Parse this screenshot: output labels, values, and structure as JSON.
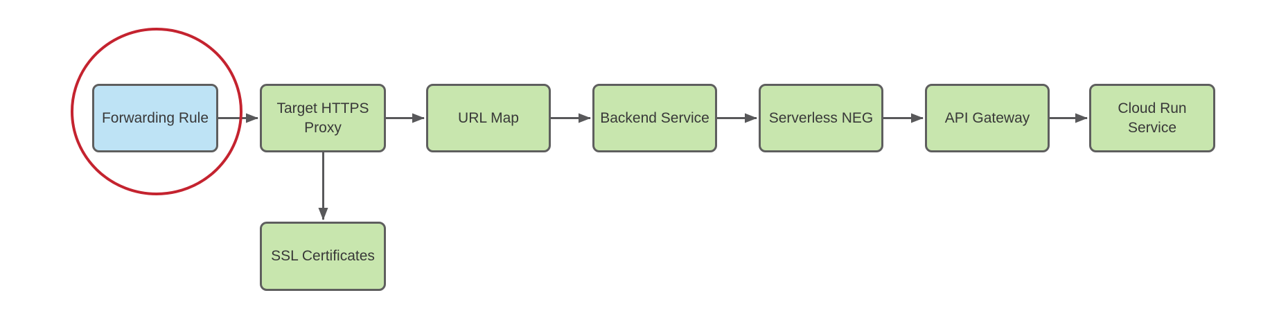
{
  "diagram": {
    "nodes": [
      {
        "id": "forwarding-rule",
        "label": "Forwarding Rule",
        "fill_color": "#BEE3F5",
        "highlighted": true
      },
      {
        "id": "target-https-proxy",
        "label": "Target HTTPS Proxy",
        "fill_color": "#C8E6AE",
        "highlighted": false
      },
      {
        "id": "url-map",
        "label": "URL Map",
        "fill_color": "#C8E6AE",
        "highlighted": false
      },
      {
        "id": "backend-service",
        "label": "Backend Service",
        "fill_color": "#C8E6AE",
        "highlighted": false
      },
      {
        "id": "serverless-neg",
        "label": "Serverless NEG",
        "fill_color": "#C8E6AE",
        "highlighted": false
      },
      {
        "id": "api-gateway",
        "label": "API Gateway",
        "fill_color": "#C8E6AE",
        "highlighted": false
      },
      {
        "id": "cloud-run-service",
        "label": "Cloud Run Service",
        "fill_color": "#C8E6AE",
        "highlighted": false
      },
      {
        "id": "ssl-certificates",
        "label": "SSL Certificates",
        "fill_color": "#C8E6AE",
        "highlighted": false
      }
    ],
    "edges": [
      {
        "from": "Forwarding Rule",
        "to": "Target HTTPS Proxy",
        "direction": "right"
      },
      {
        "from": "Target HTTPS Proxy",
        "to": "URL Map",
        "direction": "right"
      },
      {
        "from": "URL Map",
        "to": "Backend Service",
        "direction": "right"
      },
      {
        "from": "Backend Service",
        "to": "Serverless NEG",
        "direction": "right"
      },
      {
        "from": "Serverless NEG",
        "to": "API Gateway",
        "direction": "right"
      },
      {
        "from": "API Gateway",
        "to": "Cloud Run Service",
        "direction": "right"
      },
      {
        "from": "Target HTTPS Proxy",
        "to": "SSL Certificates",
        "direction": "down"
      }
    ],
    "annotation": {
      "type": "ellipse-highlight",
      "around": "Forwarding Rule",
      "color": "#C4232F"
    },
    "colors": {
      "node_green": "#C8E6AE",
      "node_blue": "#BEE3F5",
      "border_gray": "#5E5E5E",
      "arrow_gray": "#58585A",
      "highlight_red": "#C4232F",
      "text": "#383838",
      "background": "#FFFFFF"
    }
  }
}
